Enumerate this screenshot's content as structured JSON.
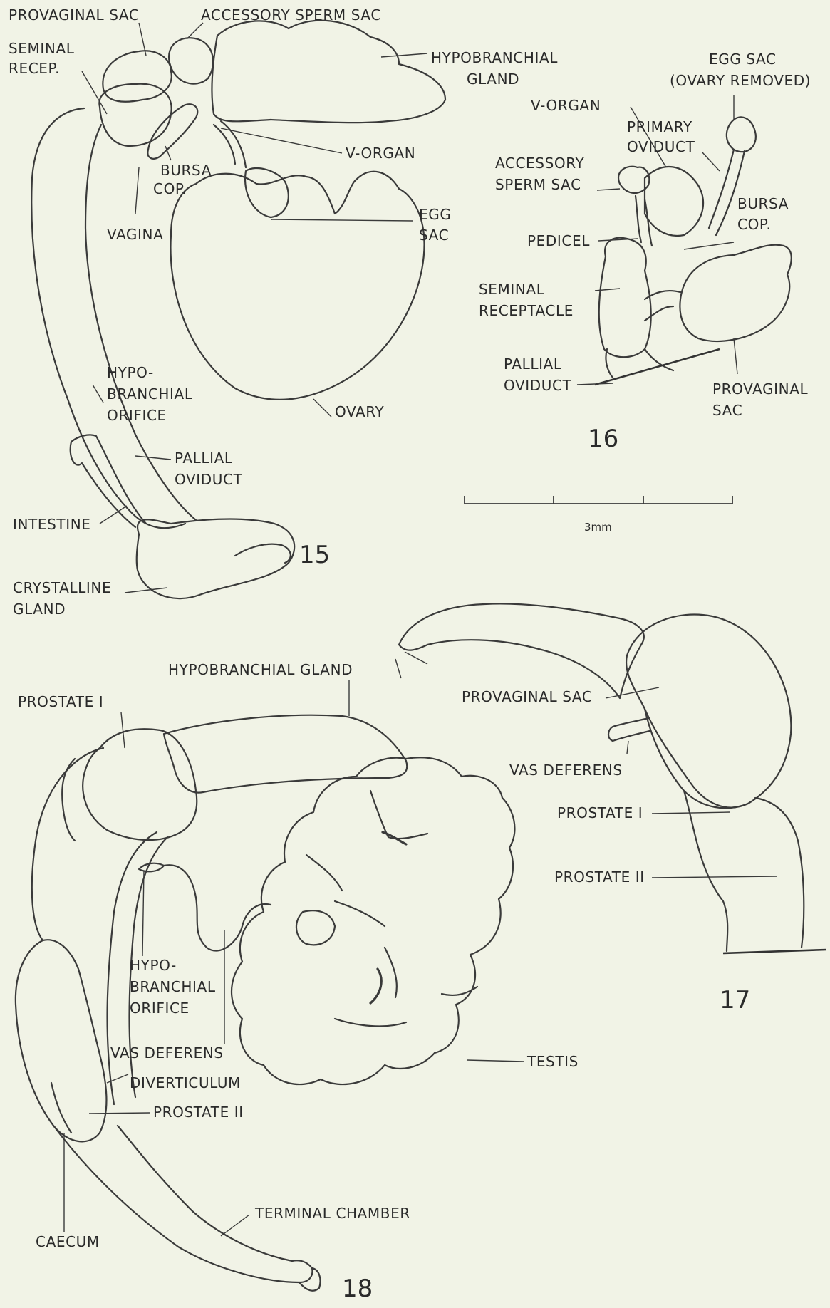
{
  "figures": {
    "fig15": {
      "number": "15",
      "labels": {
        "provaginal_sac": "PROVAGINAL SAC",
        "accessory_sperm_sac": "ACCESSORY SPERM SAC",
        "seminal_recep_1": "SEMINAL",
        "seminal_recep_2": "RECEP.",
        "hypobranchial_gland_1": "HYPOBRANCHIAL",
        "hypobranchial_gland_2": "GLAND",
        "v_organ": "V-ORGAN",
        "bursa_cop_1": "BURSA",
        "bursa_cop_2": "COP.",
        "vagina": "VAGINA",
        "egg_sac_1": "EGG",
        "egg_sac_2": "SAC",
        "hypo_branchial_orifice_1": "HYPO-",
        "hypo_branchial_orifice_2": "BRANCHIAL",
        "hypo_branchial_orifice_3": "ORIFICE",
        "ovary": "OVARY",
        "pallial_oviduct_1": "PALLIAL",
        "pallial_oviduct_2": "OVIDUCT",
        "intestine": "INTESTINE",
        "crystalline_gland_1": "CRYSTALLINE",
        "crystalline_gland_2": "GLAND"
      }
    },
    "fig16": {
      "number": "16",
      "labels": {
        "egg_sac_1": "EGG SAC",
        "egg_sac_2": "(OVARY REMOVED)",
        "v_organ": "V-ORGAN",
        "primary_oviduct_1": "PRIMARY",
        "primary_oviduct_2": "OVIDUCT",
        "accessory_sperm_sac_1": "ACCESSORY",
        "accessory_sperm_sac_2": "SPERM SAC",
        "bursa_cop_1": "BURSA",
        "bursa_cop_2": "COP.",
        "pedicel": "PEDICEL",
        "seminal_receptacle_1": "SEMINAL",
        "seminal_receptacle_2": "RECEPTACLE",
        "pallial_oviduct_1": "PALLIAL",
        "pallial_oviduct_2": "OVIDUCT",
        "provaginal_sac_1": "PROVAGINAL",
        "provaginal_sac_2": "SAC"
      }
    },
    "scale_bar": {
      "label": "3mm"
    },
    "fig17": {
      "number": "17",
      "labels": {
        "provaginal_sac": "PROVAGINAL SAC",
        "vas_deferens": "VAS DEFERENS",
        "prostate_1": "PROSTATE I",
        "prostate_2": "PROSTATE II"
      }
    },
    "fig18": {
      "number": "18",
      "labels": {
        "hypobranchial_gland": "HYPOBRANCHIAL GLAND",
        "prostate_1": "PROSTATE I",
        "hypo_branchial_orifice_1": "HYPO-",
        "hypo_branchial_orifice_2": "BRANCHIAL",
        "hypo_branchial_orifice_3": "ORIFICE",
        "vas_deferens": "VAS DEFERENS",
        "diverticulum": "DIVERTICULUM",
        "prostate_2": "PROSTATE II",
        "testis": "TESTIS",
        "caecum": "CAECUM",
        "terminal_chamber": "TERMINAL CHAMBER"
      }
    }
  }
}
